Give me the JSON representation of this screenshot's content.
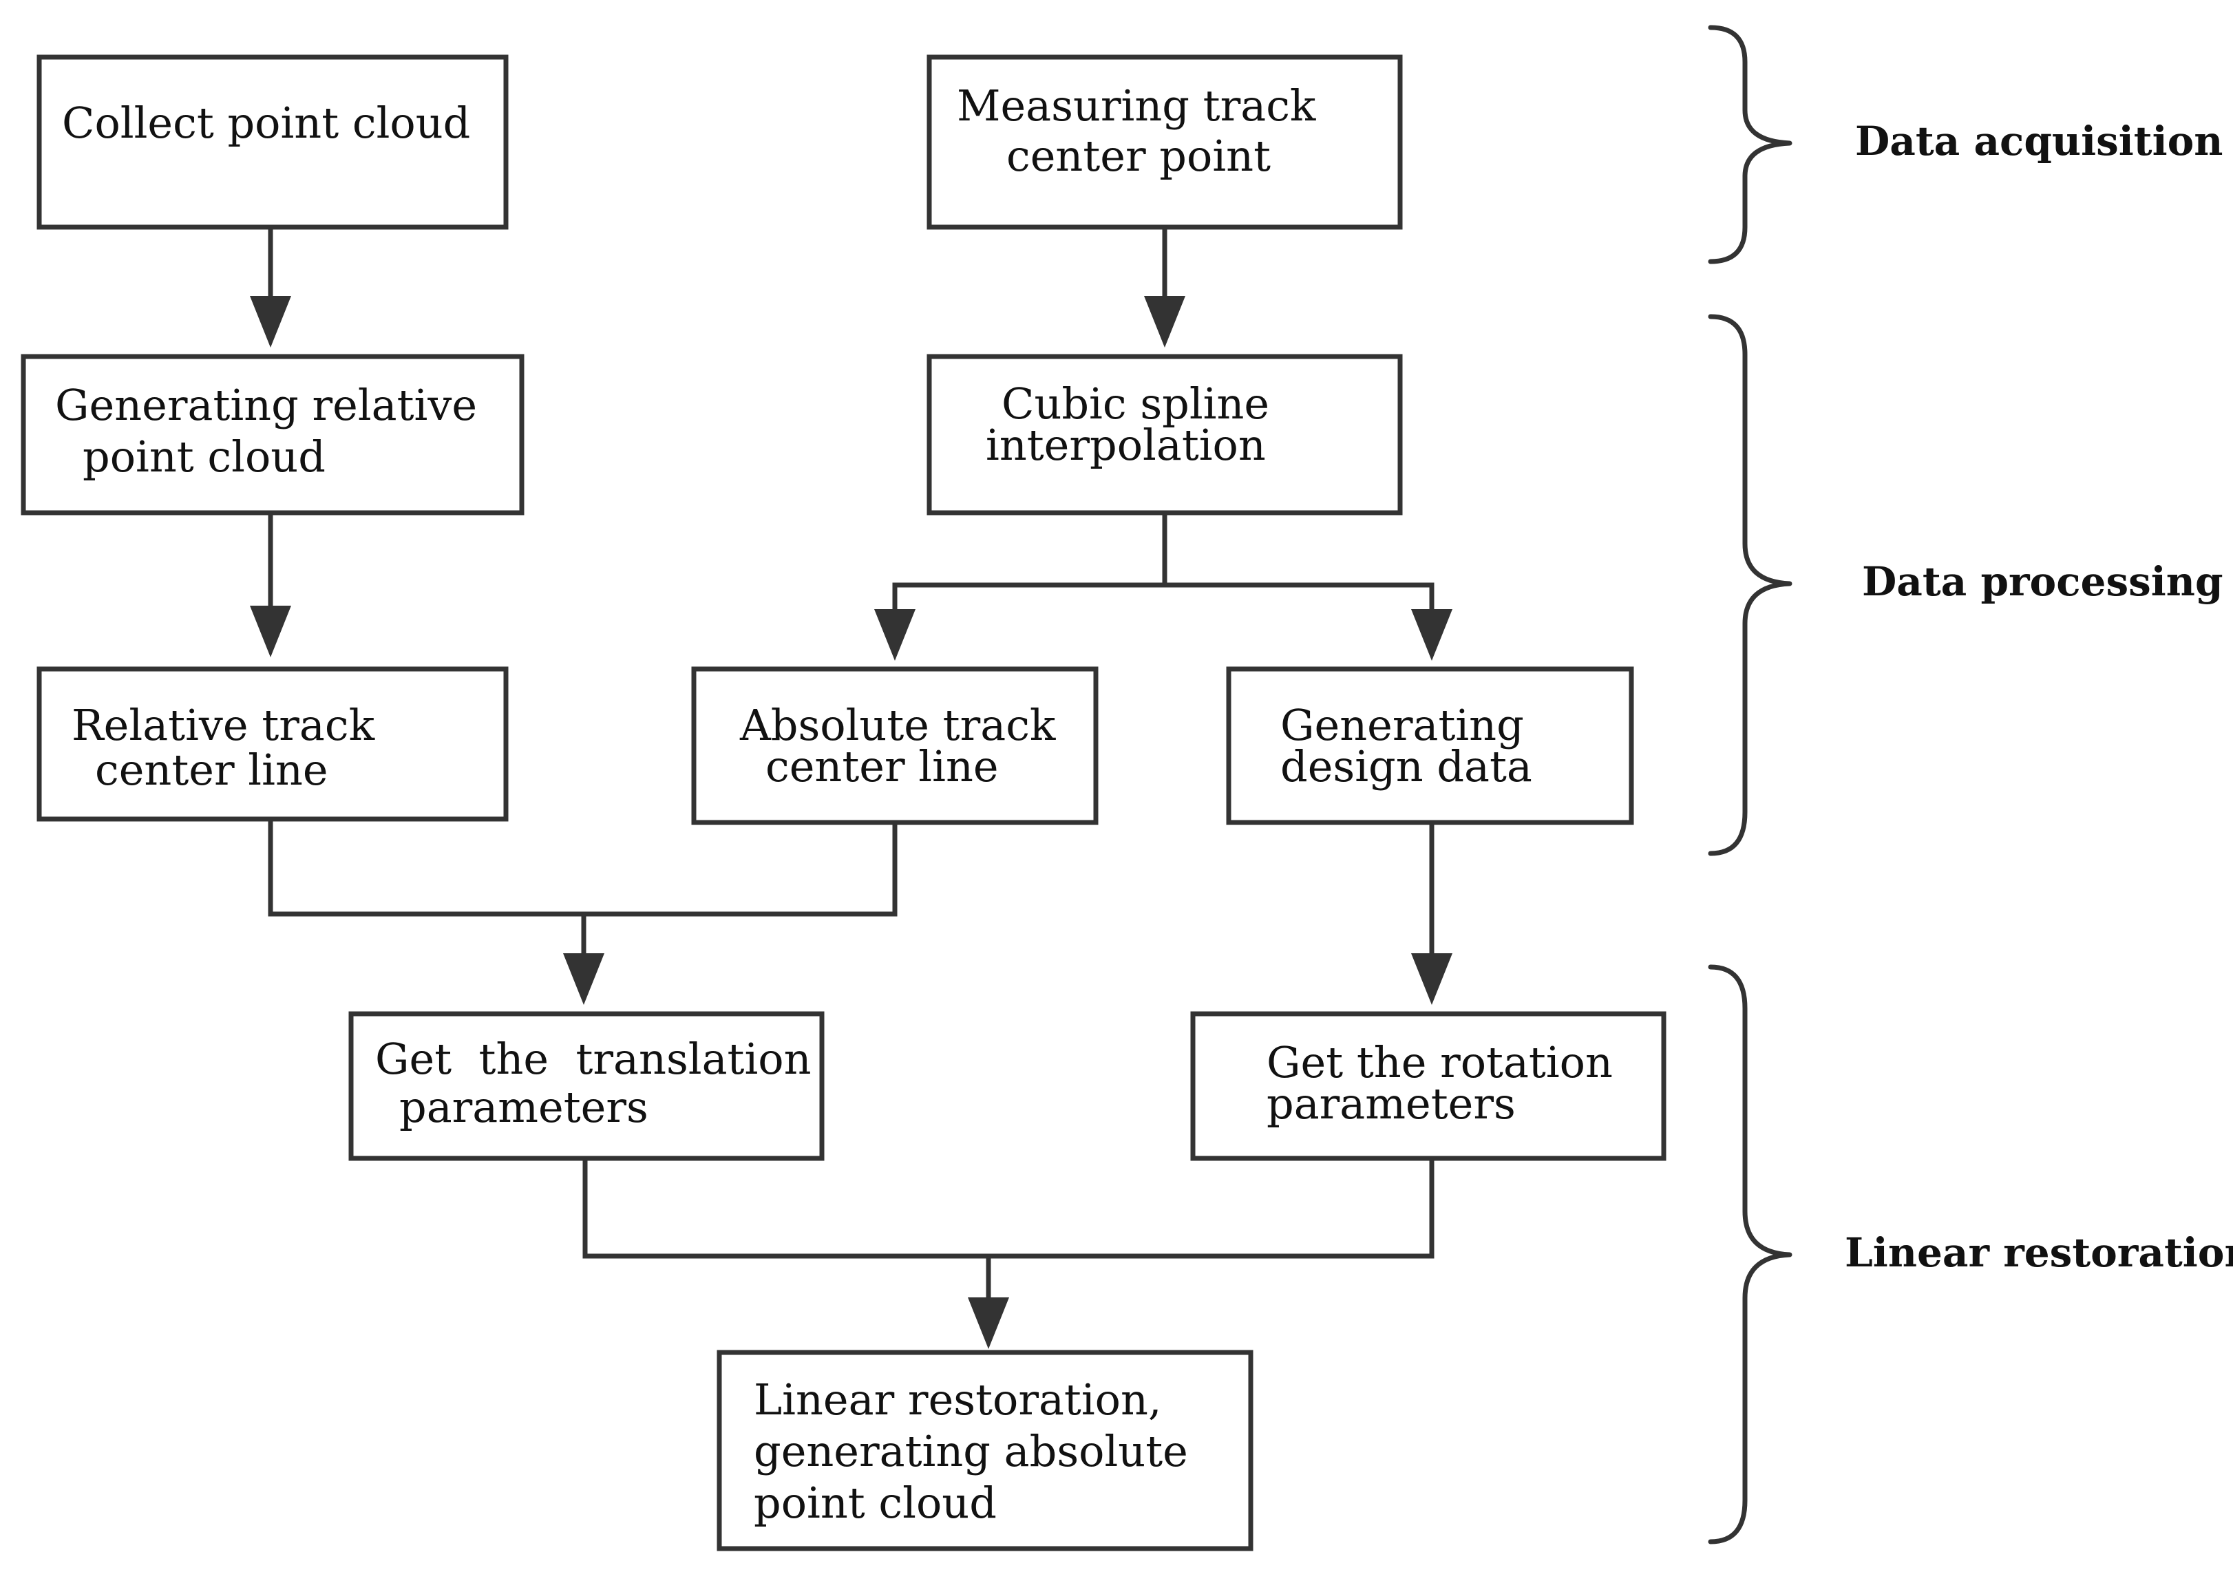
{
  "diagram": {
    "type": "flowchart",
    "boxes": [
      {
        "id": "collect_point_cloud",
        "lines": [
          "Collect point cloud"
        ]
      },
      {
        "id": "measuring_track_center_point",
        "lines": [
          "Measuring track",
          "center point"
        ]
      },
      {
        "id": "generating_relative_point_cloud",
        "lines": [
          "Generating relative",
          "point cloud"
        ]
      },
      {
        "id": "cubic_spline_interpolation",
        "lines": [
          "Cubic spline",
          "interpolation"
        ]
      },
      {
        "id": "relative_track_center_line",
        "lines": [
          "Relative track",
          "center line"
        ]
      },
      {
        "id": "absolute_track_center_line",
        "lines": [
          "Absolute track",
          "center line"
        ]
      },
      {
        "id": "generating_design_data",
        "lines": [
          "Generating",
          "design data"
        ]
      },
      {
        "id": "get_translation_parameters",
        "lines": [
          "Get  the  translation",
          "parameters"
        ]
      },
      {
        "id": "get_rotation_parameters",
        "lines": [
          "Get the rotation",
          "parameters"
        ]
      },
      {
        "id": "linear_restoration_output",
        "lines": [
          "Linear restoration,",
          "generating absolute",
          "point cloud"
        ]
      }
    ],
    "edges": [
      {
        "from": "collect_point_cloud",
        "to": "generating_relative_point_cloud"
      },
      {
        "from": "generating_relative_point_cloud",
        "to": "relative_track_center_line"
      },
      {
        "from": "measuring_track_center_point",
        "to": "cubic_spline_interpolation"
      },
      {
        "from": "cubic_spline_interpolation",
        "to": "absolute_track_center_line"
      },
      {
        "from": "cubic_spline_interpolation",
        "to": "generating_design_data"
      },
      {
        "from": "relative_track_center_line",
        "to": "get_translation_parameters"
      },
      {
        "from": "absolute_track_center_line",
        "to": "get_translation_parameters"
      },
      {
        "from": "generating_design_data",
        "to": "get_rotation_parameters"
      },
      {
        "from": "get_translation_parameters",
        "to": "linear_restoration_output"
      },
      {
        "from": "get_rotation_parameters",
        "to": "linear_restoration_output"
      }
    ],
    "phases": [
      {
        "id": "data_acquisition",
        "label": "Data acquisition"
      },
      {
        "id": "data_processing",
        "label": "Data processing"
      },
      {
        "id": "linear_restoration",
        "label": "Linear restoration"
      }
    ]
  },
  "colors": {
    "stroke": "#333333",
    "text": "#111111",
    "background": "#ffffff"
  }
}
